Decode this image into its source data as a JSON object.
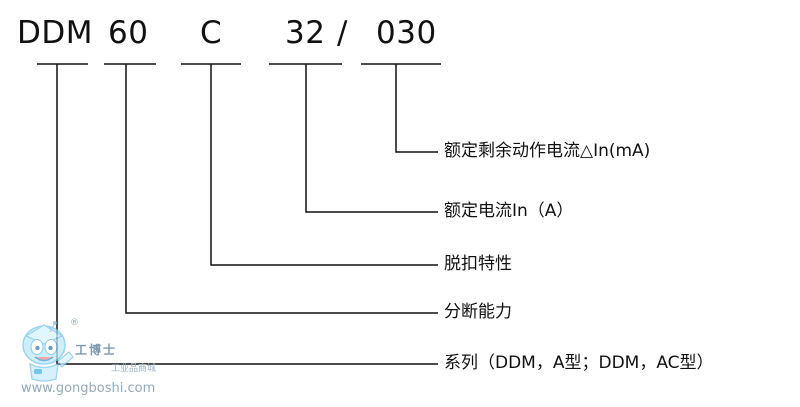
{
  "code_segments": {
    "series": "DDM",
    "breaking": "60",
    "curve": "C",
    "current": "32",
    "slash": "/",
    "residual": "030"
  },
  "labels": {
    "residual": "额定剩余动作电流△In(mA)",
    "current": "额定电流In（A）",
    "curve": "脱扣特性",
    "breaking": "分断能力",
    "series": "系列（DDM，A型；DDM，AC型）"
  },
  "watermark": {
    "registered_mark": "®",
    "brand_cn": "工博士",
    "tagline": "工业品商城",
    "url": "www.gongboshi.com",
    "icon": "robot-mascot-icon"
  },
  "colors": {
    "text": "#111111",
    "line": "#111111",
    "watermark": "#8fa8bc",
    "watermark_accent": "#2fa7dc"
  }
}
